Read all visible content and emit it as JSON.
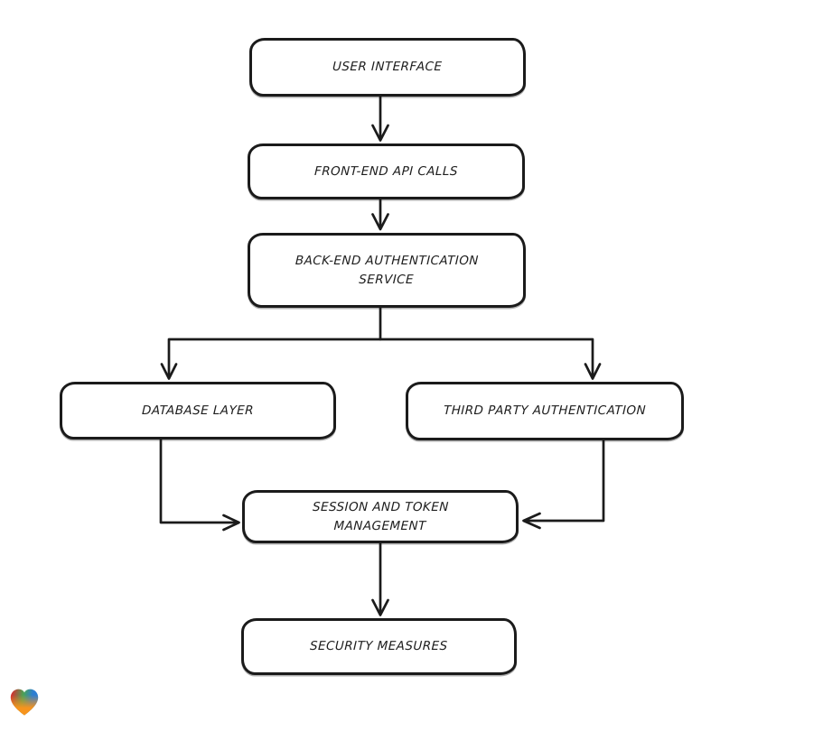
{
  "diagram": {
    "type": "flowchart",
    "background": "#ffffff",
    "colors": {
      "stroke": "#1b1b1b",
      "node_fill": "#ffffff",
      "text": "#1d1d1d"
    },
    "nodes": [
      {
        "id": "user-interface",
        "label": "USER INTERFACE"
      },
      {
        "id": "front-end-api-calls",
        "label": "FRONT-END API CALLS"
      },
      {
        "id": "back-end-authentication-service",
        "label": "BACK-END AUTHENTICATION SERVICE"
      },
      {
        "id": "database-layer",
        "label": "DATABASE LAYER"
      },
      {
        "id": "third-party-authentication",
        "label": "THIRD PARTY AUTHENTICATION"
      },
      {
        "id": "session-and-token-management",
        "label": "SESSION AND TOKEN MANAGEMENT"
      },
      {
        "id": "security-measures",
        "label": "SECURITY MEASURES"
      }
    ],
    "edges": [
      {
        "from": "user-interface",
        "to": "front-end-api-calls"
      },
      {
        "from": "front-end-api-calls",
        "to": "back-end-authentication-service"
      },
      {
        "from": "back-end-authentication-service",
        "to": "database-layer"
      },
      {
        "from": "back-end-authentication-service",
        "to": "third-party-authentication"
      },
      {
        "from": "database-layer",
        "to": "session-and-token-management"
      },
      {
        "from": "third-party-authentication",
        "to": "session-and-token-management"
      },
      {
        "from": "session-and-token-management",
        "to": "security-measures"
      }
    ],
    "watermark": {
      "icon": "heart-logo-icon",
      "colors": {
        "red": "#e62129",
        "green": "#4aa356",
        "blue": "#2d7ed3",
        "orange": "#f7941d"
      }
    }
  }
}
